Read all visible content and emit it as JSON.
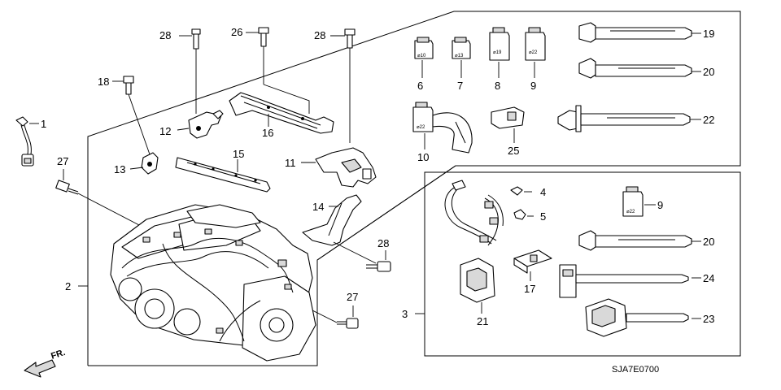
{
  "diagram": {
    "code": "SJA7E0700",
    "direction_label": "FR.",
    "callouts": {
      "c1": "1",
      "c2": "2",
      "c3": "3",
      "c4": "4",
      "c5": "5",
      "c6": "6",
      "c7": "7",
      "c8": "8",
      "c9a": "9",
      "c9b": "9",
      "c10": "10",
      "c11": "11",
      "c12": "12",
      "c13": "13",
      "c14": "14",
      "c15": "15",
      "c16": "16",
      "c17": "17",
      "c18": "18",
      "c19": "19",
      "c20a": "20",
      "c20b": "20",
      "c21": "21",
      "c22": "22",
      "c23": "23",
      "c24": "24",
      "c25": "25",
      "c26": "26",
      "c27a": "27",
      "c27b": "27",
      "c28a": "28",
      "c28b": "28",
      "c28c": "28"
    },
    "clip_marks": {
      "m6": "⌀10",
      "m7": "⌀13",
      "m8": "⌀19",
      "m9": "⌀22",
      "m10": "⌀22",
      "m9b": "⌀22"
    }
  }
}
